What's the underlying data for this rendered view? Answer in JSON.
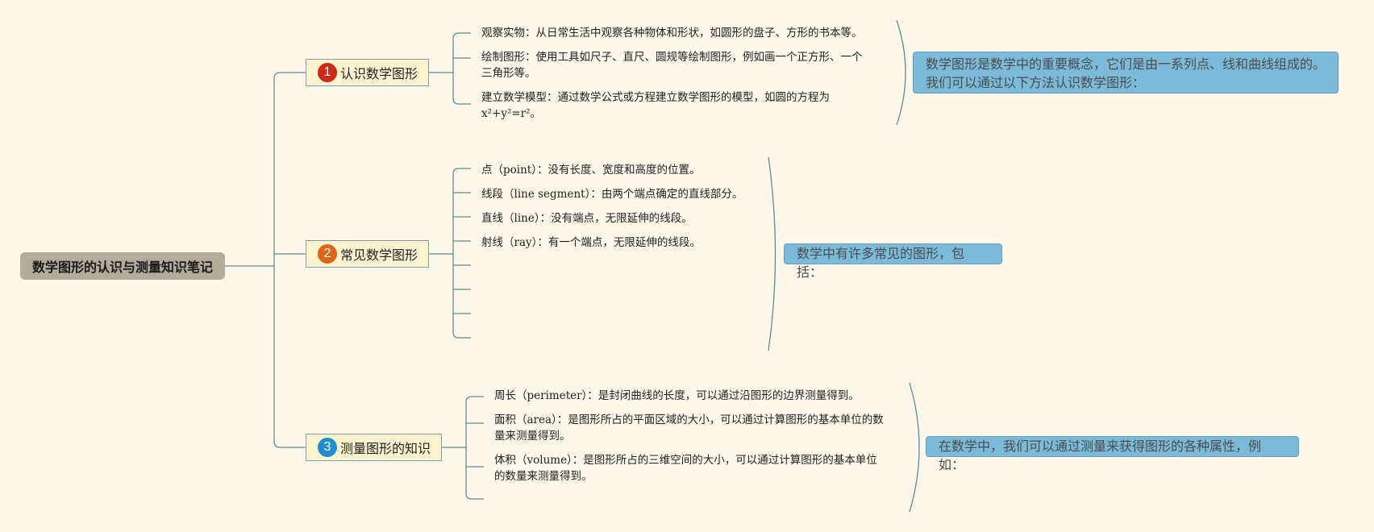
{
  "root": {
    "title": "数学图形的认识与测量知识笔记"
  },
  "branches": [
    {
      "number": "1",
      "label": "认识数学图形",
      "color": "#cc2a1a",
      "leaves": [
        "观察实物：从日常生活中观察各种物体和形状，如圆形的盘子、方形的书本等。",
        "绘制图形：使用工具如尺子、直尺、圆规等绘制图形，例如画一个正方形、一个",
        "三角形等。",
        "建立数学模型：通过数学公式或方程建立数学图形的模型，如圆的方程为",
        "x²+y²=r²。"
      ],
      "summary": [
        "数学图形是数学中的重要概念，它们是由一系列点、线和曲线组成的。",
        "我们可以通过以下方法认识数学图形："
      ]
    },
    {
      "number": "2",
      "label": "常见数学图形",
      "color": "#e0651b",
      "leaves": [
        "点（point）：没有长度、宽度和高度的位置。",
        "线段（line segment）：由两个端点确定的直线部分。",
        "直线（line）：没有端点，无限延伸的线段。",
        "射线（ray）：有一个端点，无限延伸的线段。"
      ],
      "summary": [
        "数学中有许多常见的图形，包括："
      ]
    },
    {
      "number": "3",
      "label": "测量图形的知识",
      "color": "#1f8fd1",
      "leaves": [
        "周长（perimeter）：是封闭曲线的长度，可以通过沿图形的边界测量得到。",
        "面积（area）：是图形所占的平面区域的大小，可以通过计算图形的基本单位的数",
        "量来测量得到。",
        "体积（volume）：是图形所占的三维空间的大小，可以通过计算图形的基本单位",
        "的数量来测量得到。"
      ],
      "summary": [
        "在数学中，我们可以通过测量来获得图形的各种属性，例如："
      ]
    }
  ]
}
